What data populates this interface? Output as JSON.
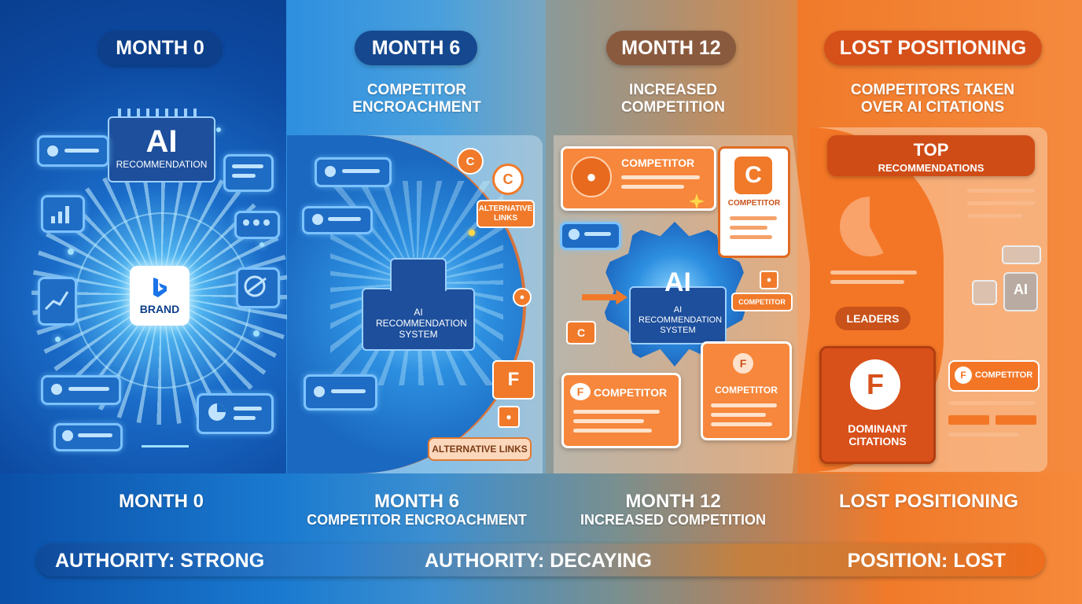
{
  "colors": {
    "blue_dark": "#0a4fa8",
    "blue": "#1a7ad0",
    "orange": "#f07a2a",
    "orange_dark": "#c9521a"
  },
  "stages": [
    {
      "pill": "MONTH 0",
      "footer": "MONTH 0",
      "footer_sub": ""
    },
    {
      "pill": "MONTH 6",
      "subtitle": "COMPETITOR ENCROACHMENT",
      "footer": "MONTH 6",
      "footer_sub": "COMPETITOR ENCROACHMENT"
    },
    {
      "pill": "MONTH 12",
      "subtitle": "INCREASED COMPETITION",
      "footer": "MONTH 12",
      "footer_sub": "INCREASED COMPETITION"
    },
    {
      "pill": "LOST POSITIONING",
      "subtitle": "COMPETITORS TAKEN OVER AI CITATIONS",
      "footer": "LOST POSITIONING",
      "footer_sub": ""
    }
  ],
  "panel0": {
    "ai_title": "AI",
    "ai_sub": "RECOMMENDATION",
    "brand": "BRAND"
  },
  "panel1": {
    "ai_title": "AI",
    "ai_sub": "AI RECOMMENDATION SYSTEM",
    "alt_links_small": "ALTERNATIVE LINKS",
    "alt_links": "ALTERNATIVE LINKS"
  },
  "panel2": {
    "ai_title": "AI",
    "ai_sub": "AI RECOMMENDATION SYSTEM",
    "competitor": "COMPETITOR"
  },
  "panel3": {
    "top": "TOP",
    "top_sub": "RECOMMENDATIONS",
    "leaders": "LEADERS",
    "dominant": "DOMINANT CITATIONS",
    "competitor": "COMPETITOR",
    "ai_small": "AI"
  },
  "bar": {
    "left": "AUTHORITY: STRONG",
    "center": "AUTHORITY: DECAYING",
    "right": "POSITION: LOST"
  }
}
